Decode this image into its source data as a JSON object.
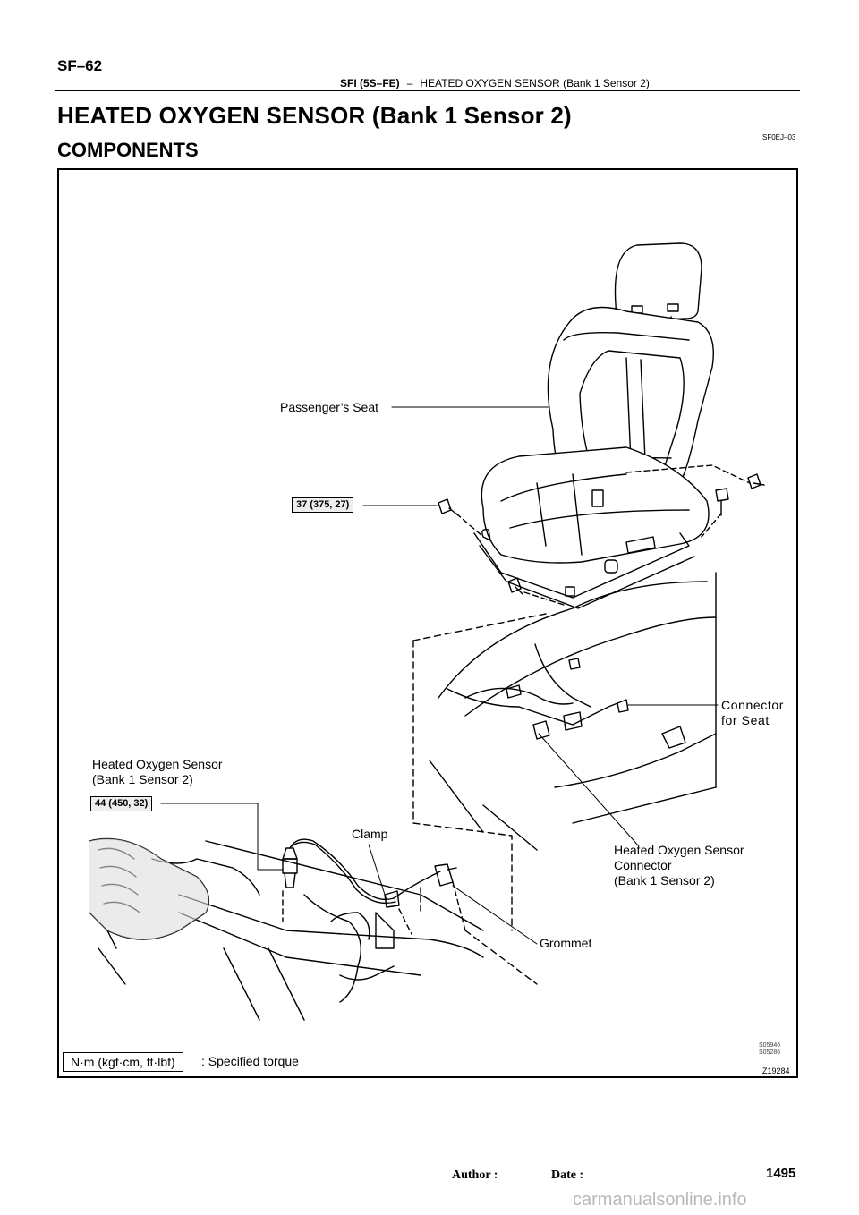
{
  "header": {
    "page_id": "SF–62",
    "section_bold": "SFI (5S–FE)",
    "separator": "–",
    "section_topic": "HEATED OXYGEN SENSOR (Bank 1 Sensor 2)"
  },
  "title": "HEATED OXYGEN SENSOR (Bank 1 Sensor 2)",
  "doc_code": "SF0EJ–03",
  "section_title": "COMPONENTS",
  "figure": {
    "labels": {
      "passenger_seat": "Passenger’s Seat",
      "torque_seat": "37 (375, 27)",
      "connector_for_seat_line1": "Connector",
      "connector_for_seat_line2": "for Seat",
      "sensor_line1": "Heated Oxygen Sensor",
      "sensor_line2": "(Bank 1 Sensor 2)",
      "torque_sensor": "44 (450, 32)",
      "clamp": "Clamp",
      "sensor_connector_line1": "Heated Oxygen Sensor",
      "sensor_connector_line2": "Connector",
      "sensor_connector_line3": "(Bank 1 Sensor 2)",
      "grommet": "Grommet"
    },
    "legend_unit": "N·m (kgf·cm, ft·lbf)",
    "legend_text": ": Specified torque",
    "figure_code": "Z19284",
    "scan_code_line1": "S05946",
    "scan_code_line2": "S05286"
  },
  "footer": {
    "author_label": "Author :",
    "date_label": "Date :",
    "page_number": "1495"
  },
  "watermark": "carmanualsonline.info"
}
